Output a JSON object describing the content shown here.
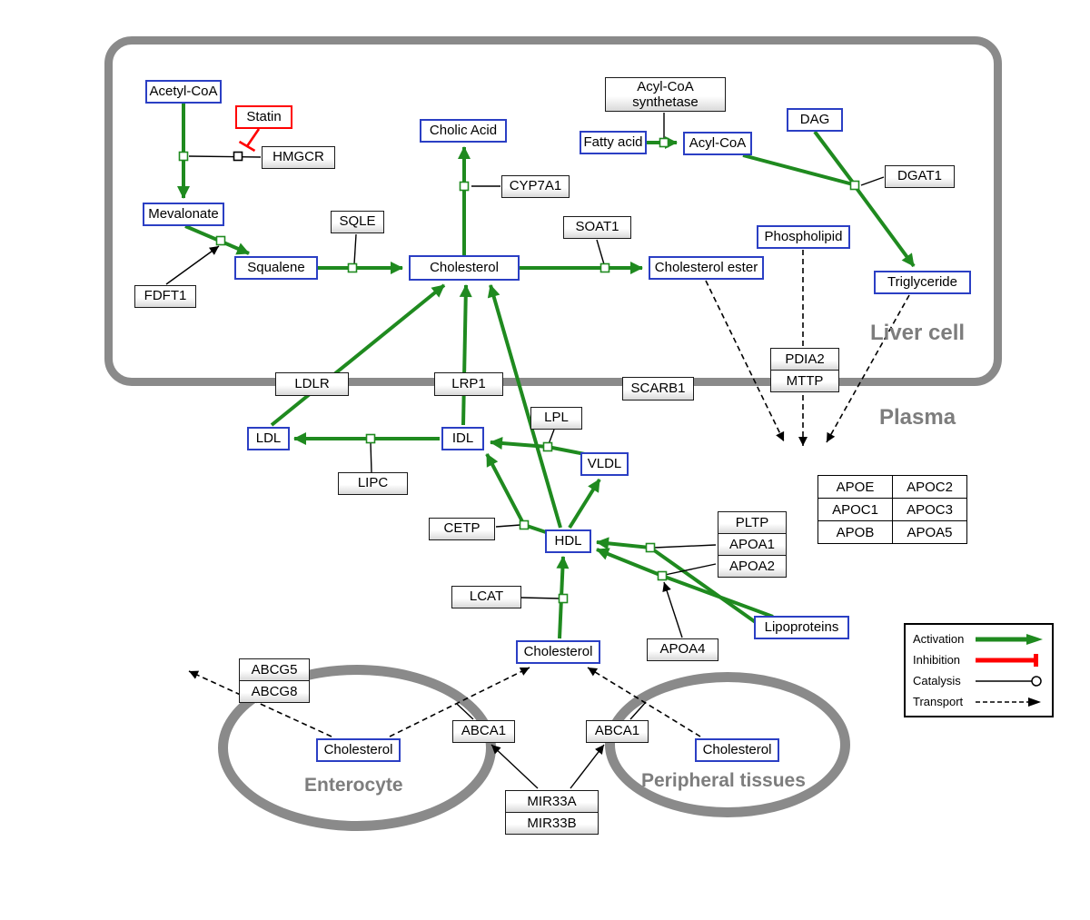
{
  "regions": {
    "liver_cell": "Liver cell",
    "plasma": "Plasma",
    "enterocyte": "Enterocyte",
    "peripheral_tissues": "Peripheral tissues"
  },
  "metabolites": {
    "acetyl_coa": "Acetyl-CoA",
    "mevalonate": "Mevalonate",
    "squalene": "Squalene",
    "cholic_acid": "Cholic Acid",
    "cholesterol_liver": "Cholesterol",
    "cholesterol_ester": "Cholesterol ester",
    "fatty_acid": "Fatty acid",
    "acyl_coa": "Acyl-CoA",
    "dag": "DAG",
    "phospholipid": "Phospholipid",
    "triglyceride": "Triglyceride",
    "ldl": "LDL",
    "idl": "IDL",
    "vldl": "VLDL",
    "hdl": "HDL",
    "lipoproteins": "Lipoproteins",
    "cholesterol_plasma": "Cholesterol",
    "cholesterol_enterocyte": "Cholesterol",
    "cholesterol_peripheral": "Cholesterol"
  },
  "proteins": {
    "statin": "Statin",
    "hmgcr": "HMGCR",
    "fdft1": "FDFT1",
    "sqle": "SQLE",
    "cyp7a1": "CYP7A1",
    "soat1": "SOAT1",
    "acs_line1": "Acyl-CoA",
    "acs_line2": "synthetase",
    "dgat1": "DGAT1",
    "ldlr": "LDLR",
    "lrp1": "LRP1",
    "scarb1": "SCARB1",
    "pdia2": "PDIA2",
    "mttp": "MTTP",
    "lipc": "LIPC",
    "lpl": "LPL",
    "cetp": "CETP",
    "lcat": "LCAT",
    "pltp": "PLTP",
    "apoa1": "APOA1",
    "apoa2": "APOA2",
    "apoa4": "APOA4",
    "abcg5": "ABCG5",
    "abcg8": "ABCG8",
    "abca1_left": "ABCA1",
    "abca1_right": "ABCA1",
    "mir33a": "MIR33A",
    "mir33b": "MIR33B"
  },
  "apo_table": [
    [
      "APOE",
      "APOC2"
    ],
    [
      "APOC1",
      "APOC3"
    ],
    [
      "APOB",
      "APOA5"
    ]
  ],
  "legend": {
    "activation": "Activation",
    "inhibition": "Inhibition",
    "catalysis": "Catalysis",
    "transport": "Transport"
  },
  "colors": {
    "activation_green": "#1f8a1f",
    "inhibition_red": "#ff0000",
    "metabolite_blue": "#2b3fc4",
    "membrane_gray": "#8a8a8a"
  }
}
